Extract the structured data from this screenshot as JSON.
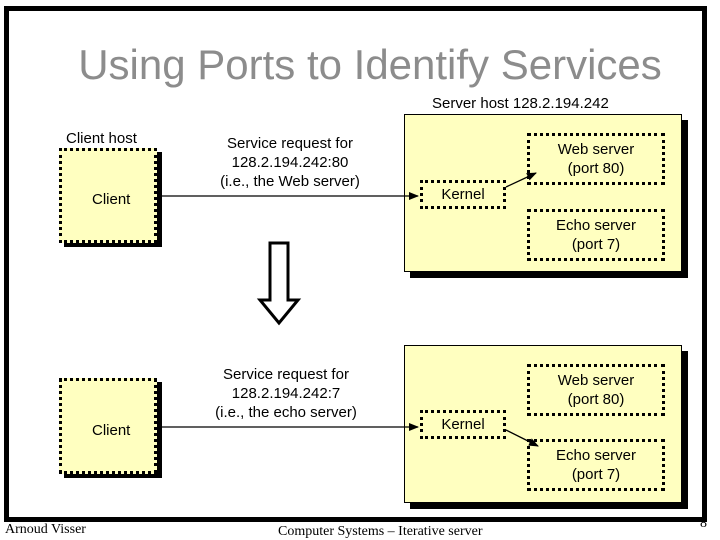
{
  "slide": {
    "title": "Using Ports to Identify Services",
    "server_host_label": "Server host 128.2.194.242",
    "client_host_label": "Client host",
    "client_label": "Client",
    "kernel_label": "Kernel",
    "top": {
      "request_lines": [
        "Service request for",
        "128.2.194.242:80",
        "(i.e., the Web server)"
      ],
      "web_server_lines": [
        "Web server",
        "(port 80)"
      ],
      "echo_server_lines": [
        "Echo server",
        "(port 7)"
      ]
    },
    "bottom": {
      "request_lines": [
        "Service request for",
        "128.2.194.242:7",
        "(i.e., the echo server)"
      ],
      "web_server_lines": [
        "Web server",
        "(port 80)"
      ],
      "echo_server_lines": [
        "Echo server",
        "(port 7)"
      ]
    },
    "footer_author": "Arnoud Visser",
    "footer_course": "Computer Systems – Iterative server",
    "page_number": "8"
  }
}
